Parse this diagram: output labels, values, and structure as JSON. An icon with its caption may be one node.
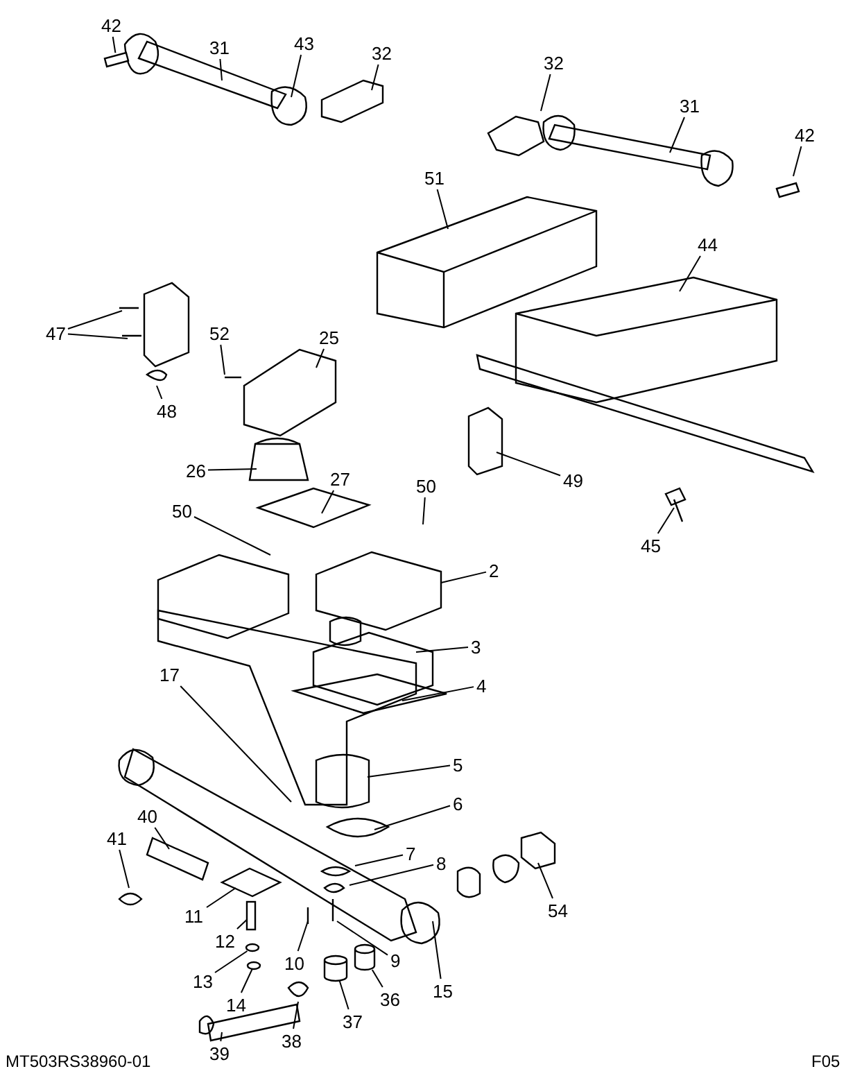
{
  "diagram": {
    "nodes": [
      {
        "text": [
          "42"
        ]
      },
      {
        "text": [
          "31"
        ]
      },
      {
        "text": [
          "43"
        ]
      },
      {
        "text": [
          "32"
        ]
      },
      {
        "text": [
          "32"
        ]
      },
      {
        "text": [
          "31"
        ]
      },
      {
        "text": [
          "42"
        ]
      },
      {
        "text": [
          "51"
        ]
      },
      {
        "text": [
          "44"
        ]
      },
      {
        "text": [
          "47"
        ]
      },
      {
        "text": [
          "48"
        ]
      },
      {
        "text": [
          "52"
        ]
      },
      {
        "text": [
          "25"
        ]
      },
      {
        "text": [
          "26"
        ]
      },
      {
        "text": [
          "27"
        ]
      },
      {
        "text": [
          "50"
        ]
      },
      {
        "text": [
          "49"
        ]
      },
      {
        "text": [
          "50"
        ]
      },
      {
        "text": [
          "2"
        ]
      },
      {
        "text": [
          "45"
        ]
      },
      {
        "text": [
          "3"
        ]
      },
      {
        "text": [
          "4"
        ]
      },
      {
        "text": [
          "17"
        ]
      },
      {
        "text": [
          "5"
        ]
      },
      {
        "text": [
          "6"
        ]
      },
      {
        "text": [
          "40"
        ]
      },
      {
        "text": [
          "41"
        ]
      },
      {
        "text": [
          "7"
        ]
      },
      {
        "text": [
          "8"
        ]
      },
      {
        "text": [
          "54"
        ]
      },
      {
        "text": [
          "11"
        ]
      },
      {
        "text": [
          "12"
        ]
      },
      {
        "text": [
          "13"
        ]
      },
      {
        "text": [
          "10"
        ]
      },
      {
        "text": [
          "9"
        ]
      },
      {
        "text": [
          "14"
        ]
      },
      {
        "text": [
          "15"
        ]
      },
      {
        "text": [
          "36"
        ]
      },
      {
        "text": [
          "37"
        ]
      },
      {
        "text": [
          "38"
        ]
      },
      {
        "text": [
          "39"
        ]
      },
      {
        "text": [],
        "shape": "bar"
      },
      {
        "text": [],
        "shape": "bar"
      },
      {
        "text": [],
        "shape": "circle"
      },
      {
        "text": [],
        "shape": "circle"
      },
      {
        "text": [],
        "shape": "cylinder"
      },
      {
        "text": [],
        "shape": "cylinder"
      }
    ],
    "edges": [
      {
        "from": 0,
        "to": 41,
        "arrow": "none"
      },
      {
        "from": 1,
        "to": null,
        "arrow": "none"
      },
      {
        "from": 2,
        "to": null,
        "arrow": "none"
      },
      {
        "from": 3,
        "to": null,
        "arrow": "none"
      },
      {
        "from": 4,
        "to": null,
        "arrow": "none"
      },
      {
        "from": 5,
        "to": null,
        "arrow": "none"
      },
      {
        "from": 6,
        "to": null,
        "arrow": "none"
      },
      {
        "from": 7,
        "to": null,
        "arrow": "none"
      },
      {
        "from": 8,
        "to": null,
        "arrow": "none"
      },
      {
        "from": 9,
        "to": null,
        "arrow": "none"
      },
      {
        "from": 9,
        "to": null,
        "arrow": "none"
      },
      {
        "from": 10,
        "to": null,
        "arrow": "none"
      },
      {
        "from": 11,
        "to": null,
        "arrow": "none"
      },
      {
        "from": 12,
        "to": null,
        "arrow": "none"
      },
      {
        "from": 13,
        "to": null,
        "arrow": "none"
      },
      {
        "from": 14,
        "to": null,
        "arrow": "none"
      },
      {
        "from": 15,
        "to": null,
        "arrow": "none"
      },
      {
        "from": 16,
        "to": null,
        "arrow": "none"
      },
      {
        "from": 17,
        "to": null,
        "arrow": "none"
      },
      {
        "from": 18,
        "to": null,
        "arrow": "none"
      },
      {
        "from": 19,
        "to": null,
        "arrow": "none"
      },
      {
        "from": 20,
        "to": null,
        "arrow": "none"
      },
      {
        "from": 21,
        "to": null,
        "arrow": "none"
      },
      {
        "from": 22,
        "to": null,
        "arrow": "none"
      },
      {
        "from": 23,
        "to": null,
        "arrow": "none"
      },
      {
        "from": 24,
        "to": null,
        "arrow": "none"
      },
      {
        "from": 25,
        "to": null,
        "arrow": "none"
      },
      {
        "from": 26,
        "to": null,
        "arrow": "none"
      },
      {
        "from": 27,
        "to": null,
        "arrow": "none"
      },
      {
        "from": 28,
        "to": null,
        "arrow": "none"
      },
      {
        "from": 29,
        "to": null,
        "arrow": "none"
      },
      {
        "from": 30,
        "to": null,
        "arrow": "none"
      },
      {
        "from": 31,
        "to": 42,
        "arrow": "none"
      },
      {
        "from": 32,
        "to": 43,
        "arrow": "none"
      },
      {
        "from": 33,
        "to": null,
        "arrow": "none"
      },
      {
        "from": 34,
        "to": null,
        "arrow": "none"
      },
      {
        "from": 35,
        "to": 44,
        "arrow": "none"
      },
      {
        "from": 36,
        "to": null,
        "arrow": "none"
      },
      {
        "from": 37,
        "to": 46,
        "arrow": "none"
      },
      {
        "from": 38,
        "to": 45,
        "arrow": "none"
      },
      {
        "from": 39,
        "to": null,
        "arrow": "none"
      },
      {
        "from": 40,
        "to": null,
        "arrow": "none"
      }
    ],
    "labels": [
      "MT503RS38960-01",
      "F05"
    ]
  }
}
